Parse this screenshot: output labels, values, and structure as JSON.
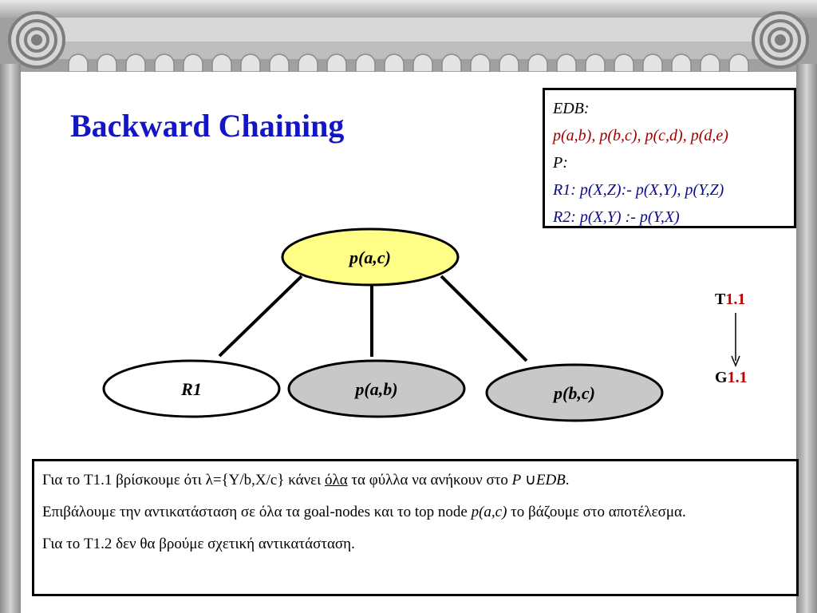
{
  "title": "Backward Chaining",
  "edb_box": {
    "edb_label": "EDB:",
    "edb_facts": "p(a,b), p(b,c), p(c,d), p(d,e)",
    "p_label": "P:",
    "rule1_name": "R1:",
    "rule1_head": "p(X,Z)",
    "rule1_sep": ":-",
    "rule1_body": "p(X,Y), p(Y,Z)",
    "rule2_name": "R2:",
    "rule2_head": "p(X,Y)",
    "rule2_sep": ":-",
    "rule2_body": "p(Y,X)"
  },
  "tree": {
    "root": "p(a,c)",
    "children": [
      "R1",
      "p(a,b)",
      "p(b,c)"
    ]
  },
  "trace": {
    "top_prefix": "T",
    "top_number": "1.1",
    "bottom_prefix": "G",
    "bottom_number": "1.1"
  },
  "text": {
    "p1_a": "Για το T1.1 βρίσκουμε ότι λ={Y/b,X/c} κάνει ",
    "p1_u": "όλα",
    "p1_b": " τα φύλλα να ανήκουν στο ",
    "p1_p": "P",
    "p1_union": "∪",
    "p1_edb": "EDB",
    "p1_end": ".",
    "p2_a": "Επιβάλουμε την αντικατάσταση σε όλα τα goal-nodes και το top node ",
    "p2_i": "p(a,c)",
    "p2_b": " το βάζουμε στο αποτέλεσμα.",
    "p3": "Για το T1.2 δεν θα βρούμε σχετική αντικατάσταση."
  },
  "colors": {
    "title": "#1515c8",
    "root_fill": "#ffff88",
    "goal_fill": "#c8c8c8",
    "rule_fill": "#ffffff",
    "facts": "#a00000",
    "rules": "#0b0b90",
    "trace_number": "#c00000"
  }
}
